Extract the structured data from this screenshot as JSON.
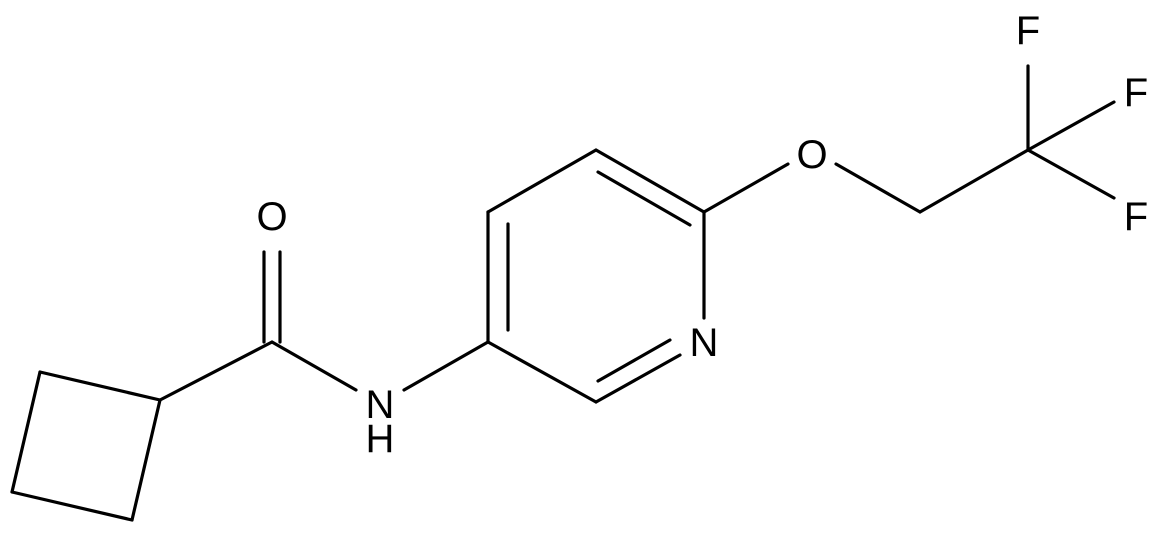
{
  "molecule": {
    "atoms": {
      "carbonyl_oxygen": "O",
      "amide_n": "N",
      "amide_h": "H",
      "pyridine_n": "N",
      "ether_oxygen": "O",
      "fluorine_top": "F",
      "fluorine_right": "F",
      "fluorine_bottom": "F"
    }
  },
  "colors": {
    "background": "#ffffff",
    "bonds": "#000000",
    "atom_labels": "#000000"
  }
}
